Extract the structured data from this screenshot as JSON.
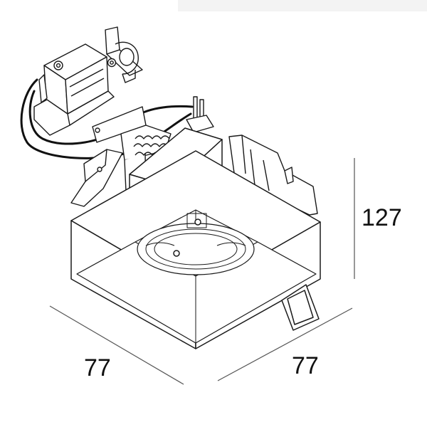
{
  "dimensions": {
    "height_label": "127",
    "width_left_label": "77",
    "width_right_label": "77"
  },
  "colors": {
    "line": "#1a1a1a",
    "dimension_line": "#555555",
    "background": "#ffffff"
  }
}
